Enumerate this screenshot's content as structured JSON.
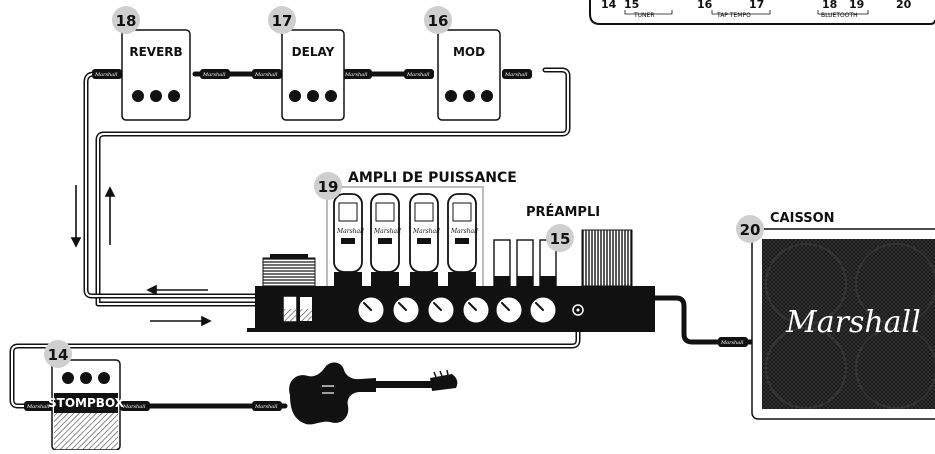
{
  "pedals": {
    "reverb": {
      "number": "18",
      "name": "REVERB"
    },
    "delay": {
      "number": "17",
      "name": "DELAY"
    },
    "mod": {
      "number": "16",
      "name": "MOD"
    },
    "stompbox": {
      "number": "14",
      "name": "STOMPBOX"
    }
  },
  "amp": {
    "power_amp": {
      "number": "19",
      "label": "AMPLI DE PUISSANCE"
    },
    "preamp": {
      "number": "15",
      "label": "PRÉAMPLI"
    }
  },
  "cabinet": {
    "number": "20",
    "label": "CAISSON",
    "logo": "Marshall"
  },
  "jack_brand": "Marshall",
  "tube_brand": "Marshall",
  "top_strip": {
    "numbers": [
      "14",
      "15",
      "16",
      "17",
      "18",
      "19",
      "20"
    ],
    "labels": {
      "tuner": "TUNER",
      "tap_tempo": "TAP TEMPO",
      "bluetooth": "BLUETOOTH"
    }
  }
}
